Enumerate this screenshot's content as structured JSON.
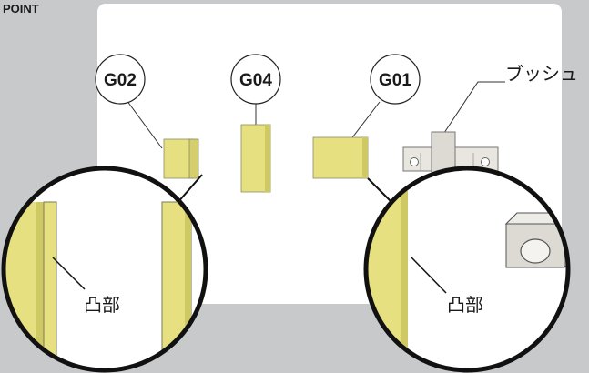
{
  "header": {
    "label": "POINT"
  },
  "callouts": [
    {
      "id": "g02",
      "text": "G02"
    },
    {
      "id": "g04",
      "text": "G04"
    },
    {
      "id": "g01",
      "text": "G01"
    }
  ],
  "annotations": {
    "bush": "ブッシュ",
    "protrusion_left": "凸部",
    "protrusion_right": "凸部"
  },
  "colors": {
    "background": "#c8c9cb",
    "panel": "#ffffff",
    "part_fill": "#e6e080",
    "part_shadow": "#c8c25a",
    "bush_fill": "#dcdad2",
    "outline": "#111111"
  }
}
